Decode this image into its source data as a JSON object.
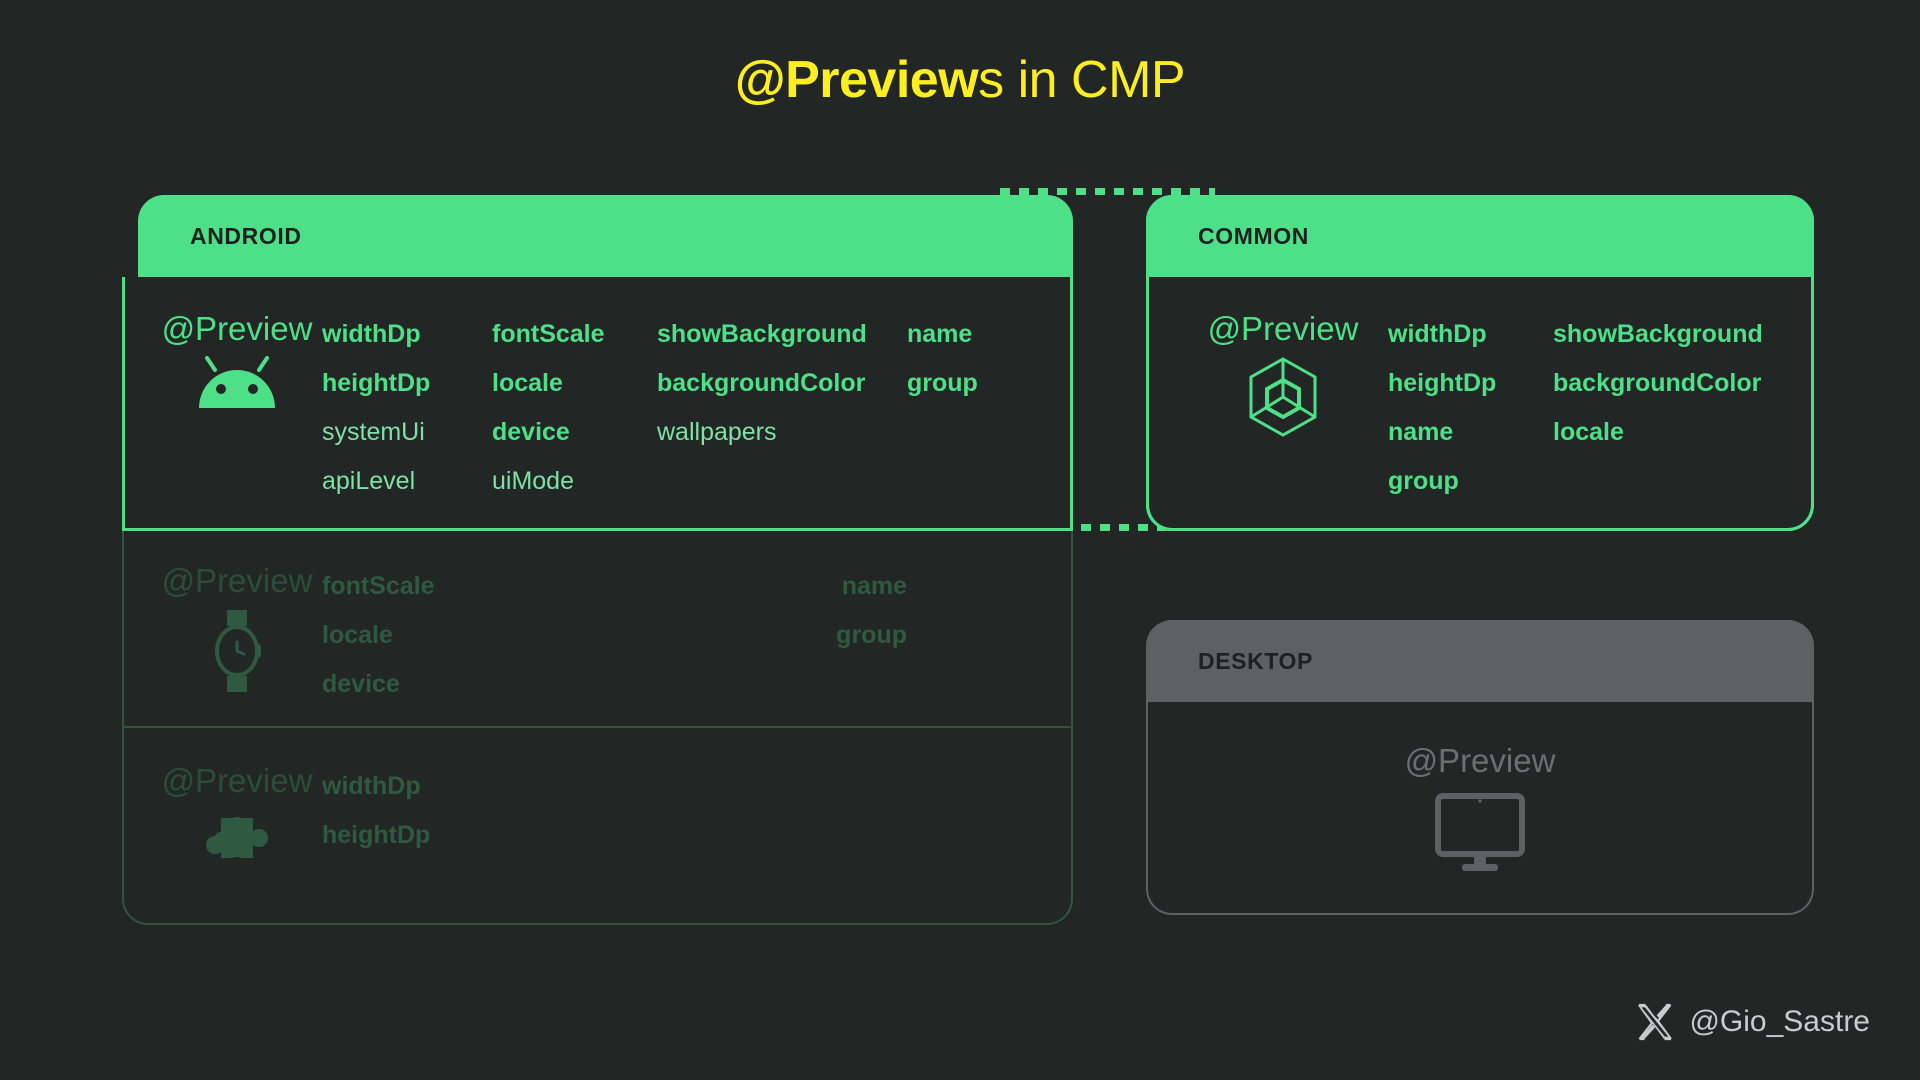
{
  "title": {
    "bold_part": "@Preview",
    "rest": "s in CMP"
  },
  "colors": {
    "background": "#222725",
    "accent_green": "#4EE089",
    "title_yellow": "#FDEE21",
    "dim_green": "#2f5a41",
    "gray_header": "#5d6164"
  },
  "cards": {
    "android": {
      "header": "ANDROID",
      "rows": [
        {
          "id": "android-main",
          "preview_label": "@Preview",
          "icon": "android-robot-icon",
          "state": "active",
          "columns": [
            {
              "params": [
                {
                  "text": "widthDp",
                  "emphasis": "bold"
                },
                {
                  "text": "heightDp",
                  "emphasis": "bold"
                },
                {
                  "text": "systemUi",
                  "emphasis": "regular"
                },
                {
                  "text": "apiLevel",
                  "emphasis": "regular"
                }
              ]
            },
            {
              "params": [
                {
                  "text": "fontScale",
                  "emphasis": "bold"
                },
                {
                  "text": "locale",
                  "emphasis": "bold"
                },
                {
                  "text": "device",
                  "emphasis": "bold"
                },
                {
                  "text": "uiMode",
                  "emphasis": "regular"
                }
              ]
            },
            {
              "params": [
                {
                  "text": "showBackground",
                  "emphasis": "bold"
                },
                {
                  "text": "backgroundColor",
                  "emphasis": "bold"
                },
                {
                  "text": "wallpapers",
                  "emphasis": "regular"
                }
              ]
            },
            {
              "params": [
                {
                  "text": "name",
                  "emphasis": "bold"
                },
                {
                  "text": "group",
                  "emphasis": "bold"
                }
              ]
            }
          ]
        },
        {
          "id": "android-wear",
          "preview_label": "@Preview",
          "icon": "watch-icon",
          "state": "dimmed",
          "columns": [
            {
              "params": [
                {
                  "text": "fontScale",
                  "emphasis": "bold"
                },
                {
                  "text": "locale",
                  "emphasis": "bold"
                },
                {
                  "text": "device",
                  "emphasis": "bold"
                }
              ]
            },
            {
              "params": [
                {
                  "text": "name",
                  "emphasis": "bold"
                },
                {
                  "text": "group",
                  "emphasis": "bold"
                }
              ]
            }
          ]
        },
        {
          "id": "android-glance",
          "preview_label": "@Preview",
          "icon": "puzzle-piece-icon",
          "state": "dimmed",
          "columns": [
            {
              "params": [
                {
                  "text": "widthDp",
                  "emphasis": "bold"
                },
                {
                  "text": "heightDp",
                  "emphasis": "bold"
                }
              ]
            }
          ]
        }
      ]
    },
    "common": {
      "header": "COMMON",
      "preview_label": "@Preview",
      "icon": "cube-icon",
      "state": "active",
      "columns": [
        {
          "params": [
            {
              "text": "widthDp",
              "emphasis": "bold"
            },
            {
              "text": "heightDp",
              "emphasis": "bold"
            },
            {
              "text": "name",
              "emphasis": "bold"
            },
            {
              "text": "group",
              "emphasis": "bold"
            }
          ]
        },
        {
          "params": [
            {
              "text": "showBackground",
              "emphasis": "bold"
            },
            {
              "text": "backgroundColor",
              "emphasis": "bold"
            },
            {
              "text": "locale",
              "emphasis": "bold"
            }
          ]
        }
      ]
    },
    "desktop": {
      "header": "DESKTOP",
      "preview_label": "@Preview",
      "icon": "monitor-icon",
      "state": "disabled",
      "columns": []
    }
  },
  "connectors": [
    {
      "id": "dots-top",
      "style": "dotted",
      "color": "#4EE089"
    },
    {
      "id": "dots-bottom",
      "style": "dotted",
      "color": "#4EE089"
    }
  ],
  "footer": {
    "icon": "x-logo-icon",
    "handle": "@Gio_Sastre"
  }
}
